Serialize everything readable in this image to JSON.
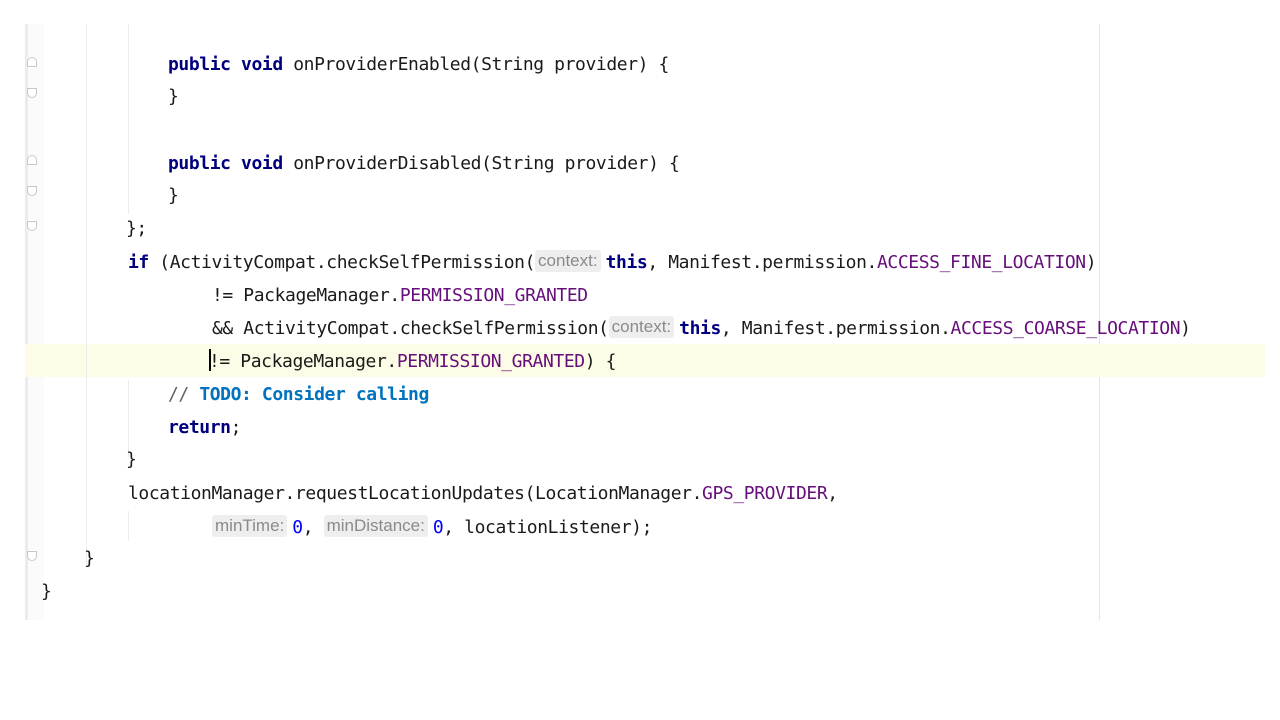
{
  "editor": {
    "lines": {
      "l1": {
        "kw": "public void",
        "text": " onProviderEnabled(String provider) {"
      },
      "l2": {
        "text": "}"
      },
      "l4": {
        "kw": "public void",
        "text": " onProviderDisabled(String provider) {"
      },
      "l5": {
        "text": "}"
      },
      "l6": {
        "text": "};"
      },
      "l7": {
        "kw": "if",
        "a": " (ActivityCompat.checkSelfPermission(",
        "hint": "context:",
        "kw2": "this",
        "b": ", Manifest.permission.",
        "const": "ACCESS_FINE_LOCATION",
        "c": ")"
      },
      "l8": {
        "a": "!= PackageManager.",
        "const": "PERMISSION_GRANTED"
      },
      "l9": {
        "a": "&& ActivityCompat.checkSelfPermission(",
        "hint": "context:",
        "kw2": "this",
        "b": ", Manifest.permission.",
        "const": "ACCESS_COARSE_LOCATION",
        "c": ")"
      },
      "l10": {
        "a": "!= PackageManager.",
        "const": "PERMISSION_GRANTED",
        "c": ") {"
      },
      "l11": {
        "comment": "// ",
        "todo": "TODO: Consider calling"
      },
      "l12": {
        "kw": "return",
        "text": ";"
      },
      "l13": {
        "text": "}"
      },
      "l14": {
        "a": "locationManager.requestLocationUpdates(LocationManager.",
        "const": "GPS_PROVIDER",
        "c": ","
      },
      "l15": {
        "hint1": "minTime:",
        "num1": "0",
        "sep": ", ",
        "hint2": "minDistance:",
        "num2": "0",
        "c": ", locationListener);"
      },
      "l16": {
        "text": "}"
      },
      "l17": {
        "text": "}"
      }
    }
  }
}
